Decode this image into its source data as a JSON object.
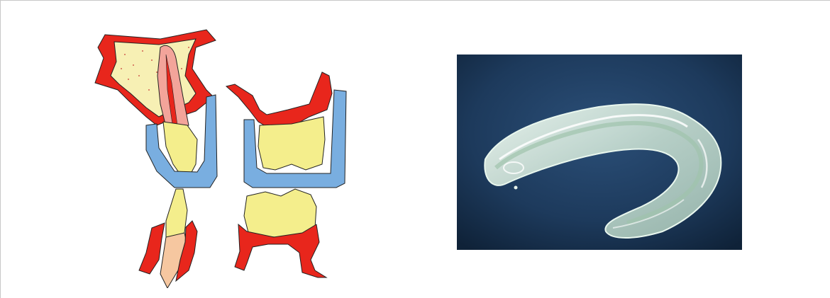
{
  "slide": {
    "left_figure": {
      "kind": "diagram",
      "subject": "mouthguard-cross-section",
      "colors": {
        "gingiva": "#e8261c",
        "bone": "#f7f0b4",
        "tooth": "#f4ee8c",
        "pulp": "#f3a49a",
        "root": "#f6c7a0",
        "guard": "#79aee0",
        "outline": "#222222"
      }
    },
    "right_figure": {
      "kind": "photo",
      "subject": "clear-mouthguard",
      "colors": {
        "background": "#1d3a5c",
        "guard": "#d8ecdf"
      }
    }
  }
}
